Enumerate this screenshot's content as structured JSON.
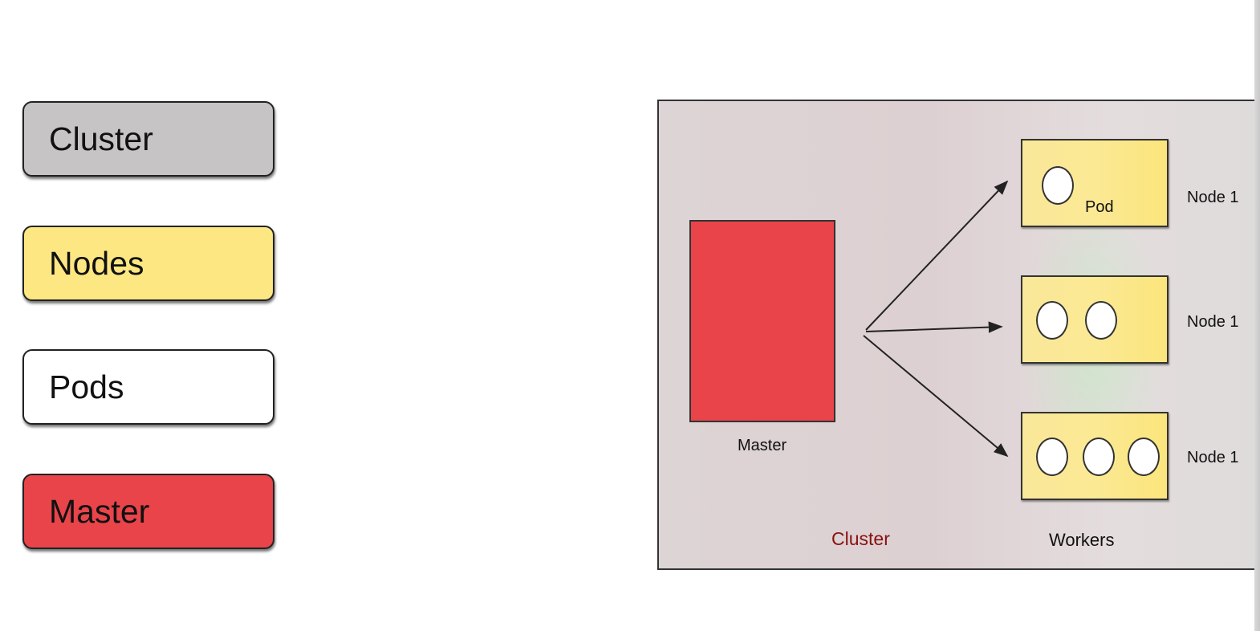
{
  "legend": {
    "cluster": "Cluster",
    "nodes": "Nodes",
    "pods": "Pods",
    "master": "Master"
  },
  "diagram": {
    "master_label": "Master",
    "cluster_label": "Cluster",
    "workers_label": "Workers",
    "pod_label": "Pod",
    "nodes": [
      {
        "label": "Node 1",
        "pod_count": 1
      },
      {
        "label": "Node 1",
        "pod_count": 2
      },
      {
        "label": "Node 1",
        "pod_count": 3
      }
    ]
  },
  "colors": {
    "cluster": "#c6c4c5",
    "node": "#fde782",
    "pod": "#ffffff",
    "master": "#e8444a",
    "cluster_caption": "#8a1010"
  }
}
